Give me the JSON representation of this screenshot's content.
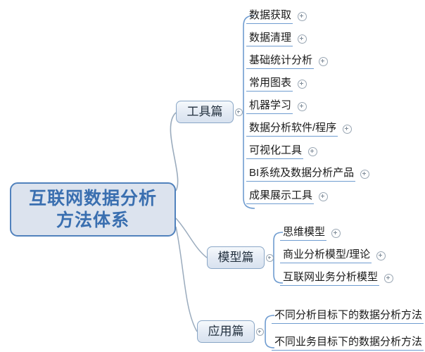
{
  "diagram": {
    "type": "mind-map",
    "title": "互联网数据分析方法体系",
    "root": {
      "line1": "互联网数据分析",
      "line2": "方法体系"
    },
    "branches": [
      {
        "label": "工具篇",
        "children": [
          "数据获取",
          "数据清理",
          "基础统计分析",
          "常用图表",
          "机器学习",
          "数据分析软件/程序",
          "可视化工具",
          "BI系统及数据分析产品",
          "成果展示工具"
        ]
      },
      {
        "label": "模型篇",
        "children": [
          "思维模型",
          "商业分析模型/理论",
          "互联网业务分析模型"
        ]
      },
      {
        "label": "应用篇",
        "children": [
          "不同分析目标下的数据分析方法",
          "不同业务目标下的数据分析方法"
        ]
      }
    ],
    "icons": {
      "expand": "plus-circle-icon"
    },
    "colors": {
      "root_fill": "#dce3ee",
      "root_border": "#5182bd",
      "root_text": "#3a6fb0",
      "branch_border": "#8aa7c7",
      "branch_text": "#23313f",
      "leaf_text": "#1b1b1b",
      "leaf_underline": "#6f9cd0",
      "connector": "#9aabbd",
      "background": "#ffffff"
    }
  }
}
